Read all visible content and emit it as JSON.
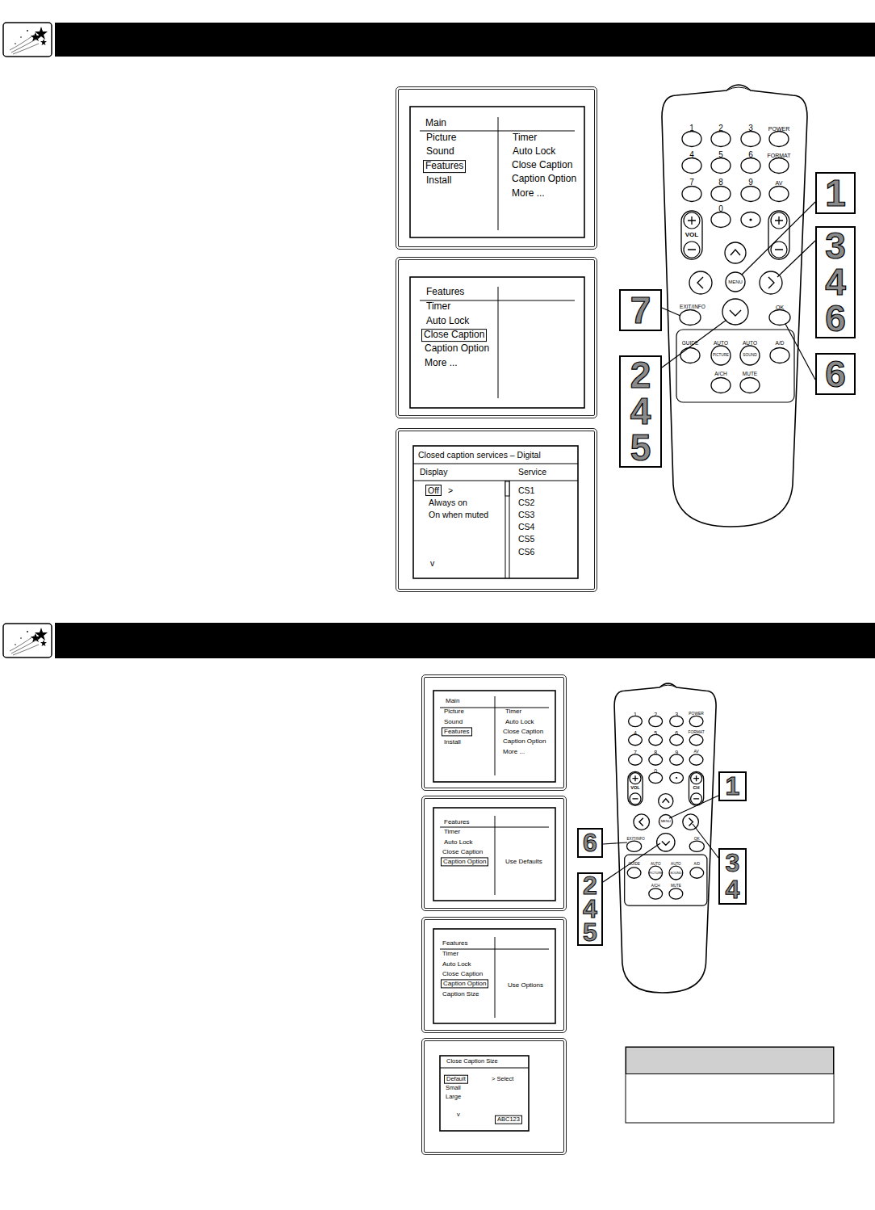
{
  "diagram": {
    "nodes": [
      {
        "text": [
          "Main",
          "Picture",
          "Sound",
          "Features",
          "Install",
          "Timer",
          "Auto Lock",
          "Close Caption",
          "Caption Option",
          "More ..."
        ]
      },
      {
        "text": [
          "Features",
          "Timer",
          "Auto Lock",
          "Close Caption",
          "Caption Option",
          "More ..."
        ]
      },
      {
        "text": [
          "Closed caption services – Digital",
          "Display",
          "Service",
          "Off",
          ">",
          "Always on",
          "On when muted",
          "v",
          "CS1",
          "CS2",
          "CS3",
          "CS4",
          "CS5",
          "CS6"
        ]
      },
      {
        "text": [
          "1"
        ]
      },
      {
        "text": [
          "3 4 6"
        ]
      },
      {
        "text": [
          "7"
        ]
      },
      {
        "text": [
          "2 4 5"
        ]
      },
      {
        "text": [
          "6"
        ]
      },
      {
        "text": [
          "Main",
          "Picture",
          "Sound",
          "Features",
          "Install",
          "Timer",
          "Auto Lock",
          "Close Caption",
          "Caption Option",
          "More ..."
        ]
      },
      {
        "text": [
          "Features",
          "Timer",
          "Auto Lock",
          "Close Caption",
          "Caption Option",
          "Use Defaults"
        ]
      },
      {
        "text": [
          "Features",
          "Timer",
          "Auto Lock",
          "Close Caption",
          "Caption Option",
          "Caption Size",
          "Use Options"
        ]
      },
      {
        "text": [
          "Close Caption Size",
          "Default",
          "> Select",
          "Small",
          "Large",
          "v",
          "ABC123"
        ]
      },
      {
        "text": [
          "1"
        ]
      },
      {
        "text": [
          "6"
        ]
      },
      {
        "text": [
          "3 4"
        ]
      },
      {
        "text": [
          "2 4 5"
        ]
      }
    ],
    "labels": [
      "1",
      "2",
      "3",
      "POWER",
      "4",
      "5",
      "6",
      "FORMAT",
      "7",
      "8",
      "9",
      "AV",
      "0",
      "VOL",
      "MENU",
      "EXIT/INFO",
      "OK",
      "GUIDE",
      "AUTO",
      "PICTURE",
      "AUTO",
      "SOUND",
      "A/D",
      "A/CH",
      "MUTE",
      "1",
      "2",
      "3",
      "POWER",
      "4",
      "5",
      "6",
      "FORMAT",
      "7",
      "8",
      "9",
      "AV",
      "0",
      "VOL",
      "CH",
      "MENU",
      "EXIT/INFO",
      "OK",
      "GUIDE",
      "AUTO",
      "PICTURE",
      "AUTO",
      "SOUND",
      "A/D",
      "A/CH",
      "MUTE"
    ]
  }
}
